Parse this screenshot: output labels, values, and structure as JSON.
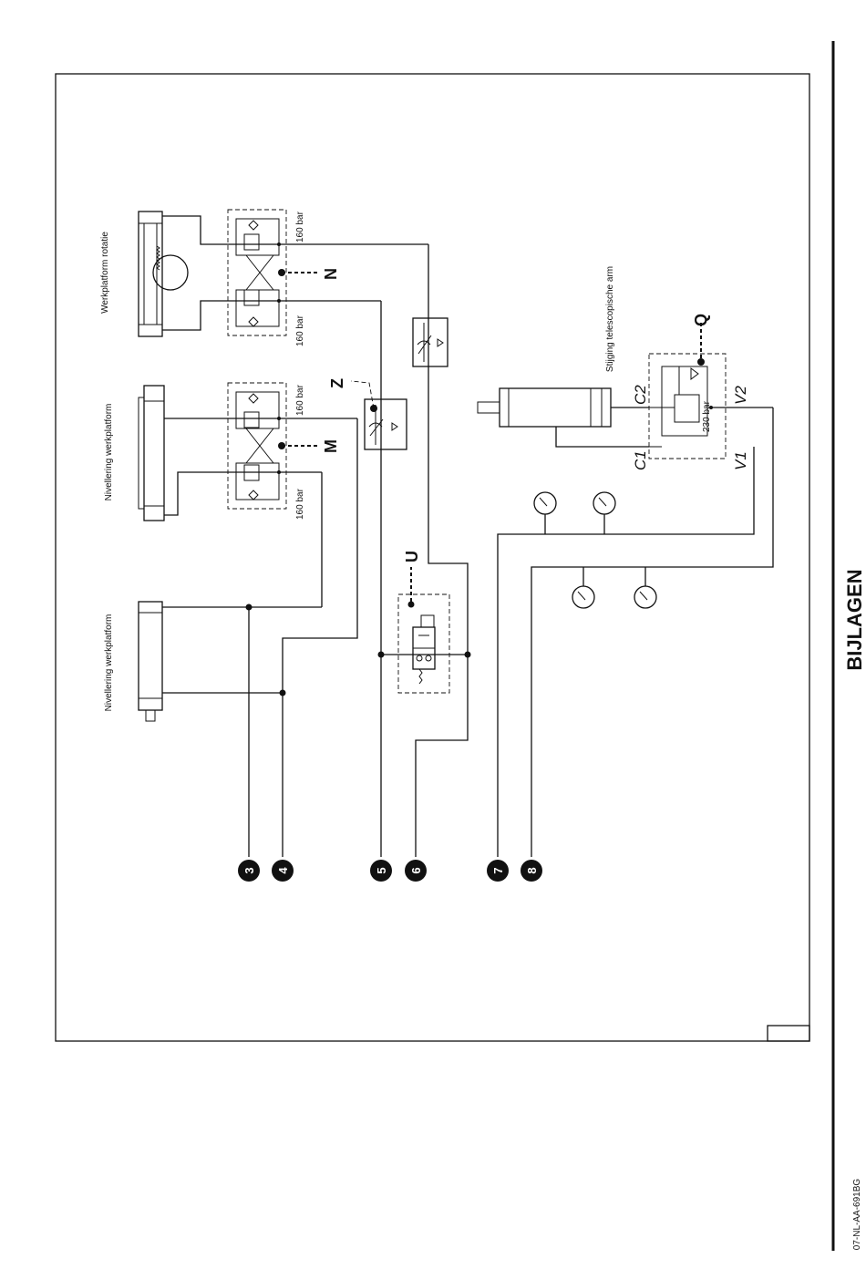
{
  "section_title": "BIJLAGEN",
  "doc_code": "07-NL-AA-691BG",
  "components": {
    "rotation": "Werkplatform rotatie",
    "leveling_cyl1": "Nivellering werkplatform",
    "leveling_cyl2": "Nivellering werkplatform",
    "telescopic": "Stijging telescopische arm"
  },
  "pressures": {
    "n_top": "160 bar",
    "n_bottom": "160 bar",
    "m_top": "160 bar",
    "m_bottom": "160 bar",
    "q_valve": "230 bar"
  },
  "callouts": {
    "n": "N",
    "m": "M",
    "z": "Z",
    "u": "U",
    "q": "Q"
  },
  "ports": {
    "c1": "C1",
    "c2": "C2",
    "v1": "V1",
    "v2": "V2"
  },
  "connectors": [
    "3",
    "4",
    "5",
    "6",
    "7",
    "8"
  ]
}
